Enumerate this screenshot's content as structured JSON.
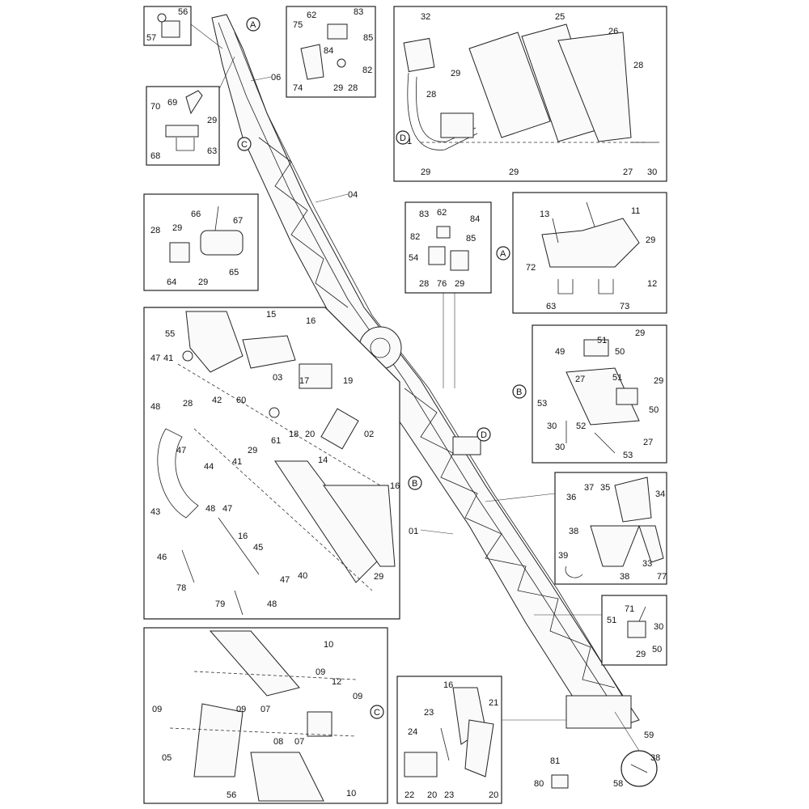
{
  "boom_labels": [
    "01",
    "04",
    "06"
  ],
  "callout_markers": [
    "A",
    "B",
    "C",
    "D"
  ],
  "insets": {
    "top_left_1": [
      "57",
      "56"
    ],
    "top_left_2": [
      "70",
      "69",
      "29",
      "68",
      "63"
    ],
    "top_center": [
      "75",
      "62",
      "83",
      "85",
      "84",
      "82",
      "74",
      "29",
      "28"
    ],
    "detail_D": [
      "32",
      "25",
      "26",
      "28",
      "29",
      "28",
      "31",
      "29",
      "29",
      "27",
      "30",
      "D"
    ],
    "center_left": [
      "28",
      "29",
      "66",
      "67",
      "64",
      "29",
      "65"
    ],
    "center_mid": [
      "83",
      "62",
      "84",
      "82",
      "85",
      "54",
      "28",
      "76",
      "29"
    ],
    "detail_A": [
      "13",
      "11",
      "29",
      "72",
      "12",
      "63",
      "73",
      "A"
    ],
    "big_left": [
      "15",
      "16",
      "55",
      "47",
      "41",
      "03",
      "17",
      "19",
      "48",
      "28",
      "42",
      "60",
      "18",
      "20",
      "02",
      "61",
      "47",
      "44",
      "29",
      "41",
      "14",
      "43",
      "48",
      "47",
      "16",
      "16",
      "46",
      "45",
      "78",
      "47",
      "40",
      "29",
      "79",
      "48"
    ],
    "detail_B": [
      "49",
      "51",
      "29",
      "50",
      "27",
      "51",
      "29",
      "53",
      "30",
      "52",
      "50",
      "30",
      "27",
      "53",
      "B"
    ],
    "mid_right": [
      "36",
      "37",
      "35",
      "34",
      "38",
      "39",
      "33",
      "38",
      "77"
    ],
    "small_right": [
      "51",
      "71",
      "30",
      "50",
      "29"
    ],
    "detail_C": [
      "10",
      "09",
      "12",
      "09",
      "09",
      "09",
      "07",
      "08",
      "07",
      "05",
      "56",
      "10",
      "C"
    ],
    "bottom_mid": [
      "16",
      "21",
      "23",
      "24",
      "22",
      "20",
      "23",
      "20",
      "80",
      "81"
    ],
    "bottom_right": [
      "59",
      "38",
      "58"
    ]
  }
}
